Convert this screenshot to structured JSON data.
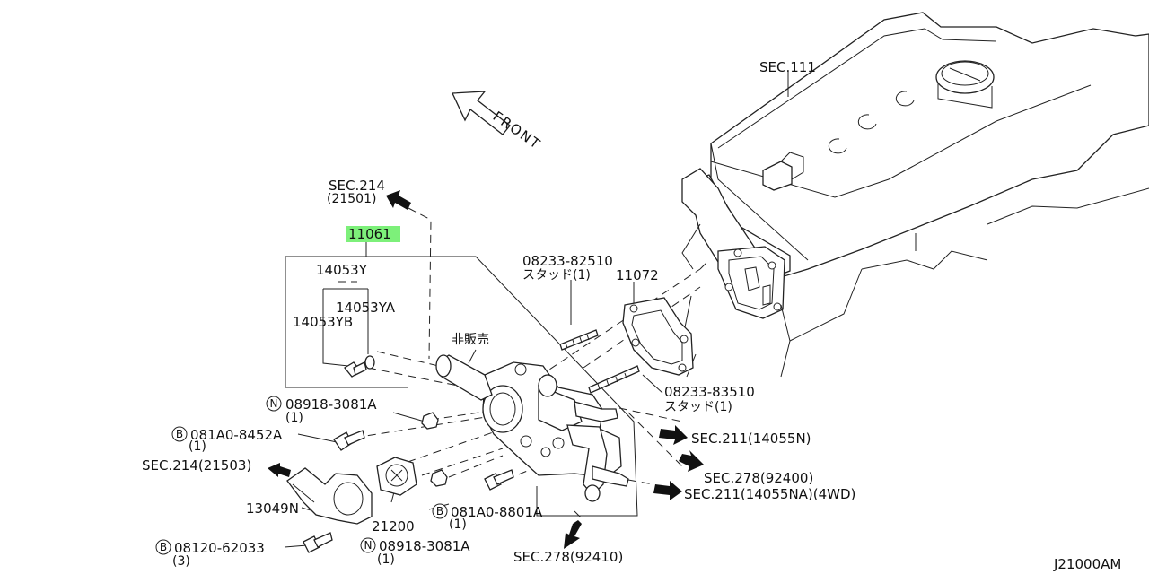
{
  "diagram_id": "J21000AM",
  "front_label": "FRONT",
  "not_sold_label": "非販売",
  "highlight_color": "#7df07a",
  "parts": {
    "main_assembly": "11061",
    "housing_set": "14053Y",
    "sub_a": "14053YA",
    "sub_b": "14053YB",
    "gasket": "11072",
    "thermostat": "21200",
    "inlet": "13049N"
  },
  "fasteners": {
    "stud1_num": "08233-82510",
    "stud1_desc": "スタッド(1)",
    "stud2_num": "08233-83510",
    "stud2_desc": "スタッド(1)",
    "nut1_num": "08918-3081A",
    "nut1_qty": "(1)",
    "bolt1_num": "081A0-8452A",
    "bolt1_qty": "(1)",
    "bolt2_num": "081A0-8801A",
    "bolt2_qty": "(1)",
    "nut2_num": "08918-3081A",
    "nut2_qty": "(1)",
    "bolt3_num": "08120-62033",
    "bolt3_qty": "(3)",
    "prefix_n": "N",
    "prefix_b": "B"
  },
  "sections": {
    "sec111": "SEC.111",
    "sec214_top": "SEC.214",
    "sec214_top_sub": "(21501)",
    "sec214_left": "SEC.214(21503)",
    "sec211_a": "SEC.211(14055N)",
    "sec278_a": "SEC.278(92400)",
    "sec211_b": "SEC.211(14055NA)(4WD)",
    "sec278_b": "SEC.278(92410)"
  }
}
